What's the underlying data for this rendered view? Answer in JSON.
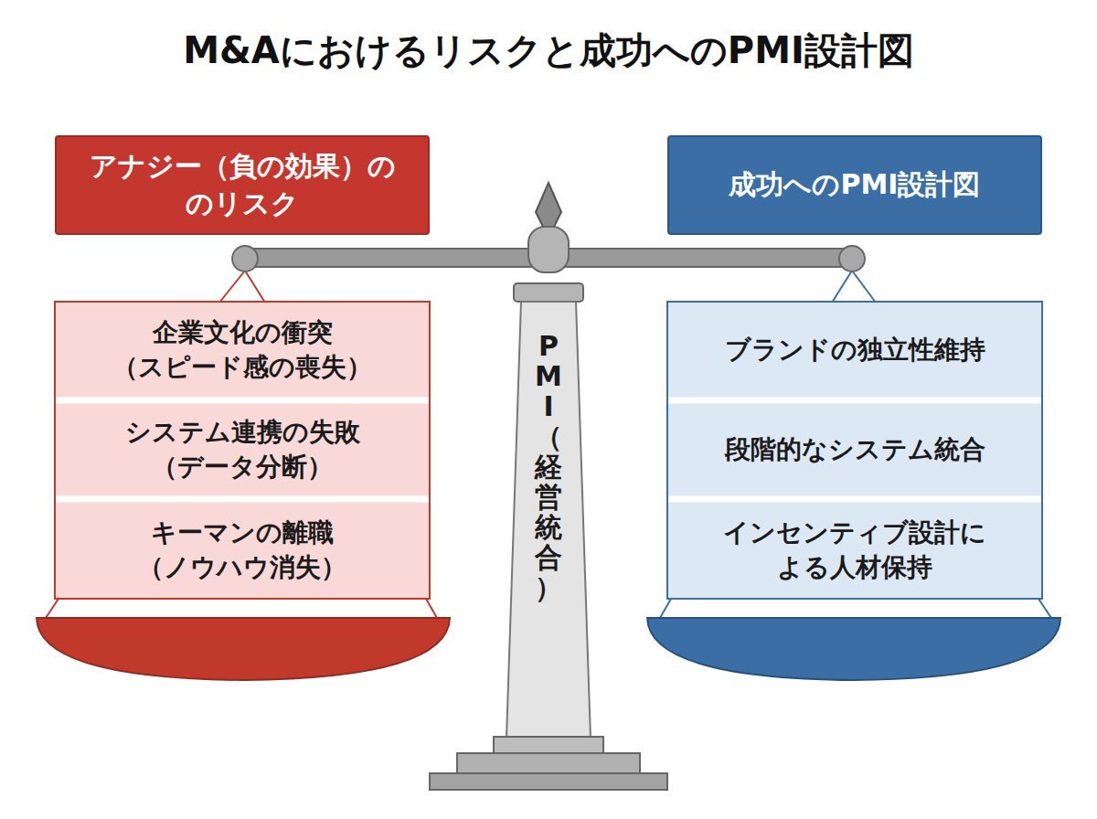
{
  "diagram": {
    "title": "M&Aにおけるリスクと成功へのPMI設計図",
    "nodes": [
      {
        "text": [
          "アナジー（負の効果）の のリスク"
        ]
      },
      {
        "text": [
          "企業文化の衝突 （スピード感の喪失）"
        ]
      },
      {
        "text": [
          "システム連携の失敗 （データ分断）"
        ]
      },
      {
        "text": [
          "キーマンの離職 （ノウハウ消失）"
        ]
      },
      {
        "text": [
          "PMI（経営統合）"
        ]
      },
      {
        "text": [
          "成功へのPMI設計図"
        ]
      },
      {
        "text": [
          "ブランドの独立性維持"
        ]
      },
      {
        "text": [
          "段階的なシステム統合"
        ]
      },
      {
        "text": [
          "インセンティブ設計に よる人材保持"
        ]
      }
    ]
  }
}
